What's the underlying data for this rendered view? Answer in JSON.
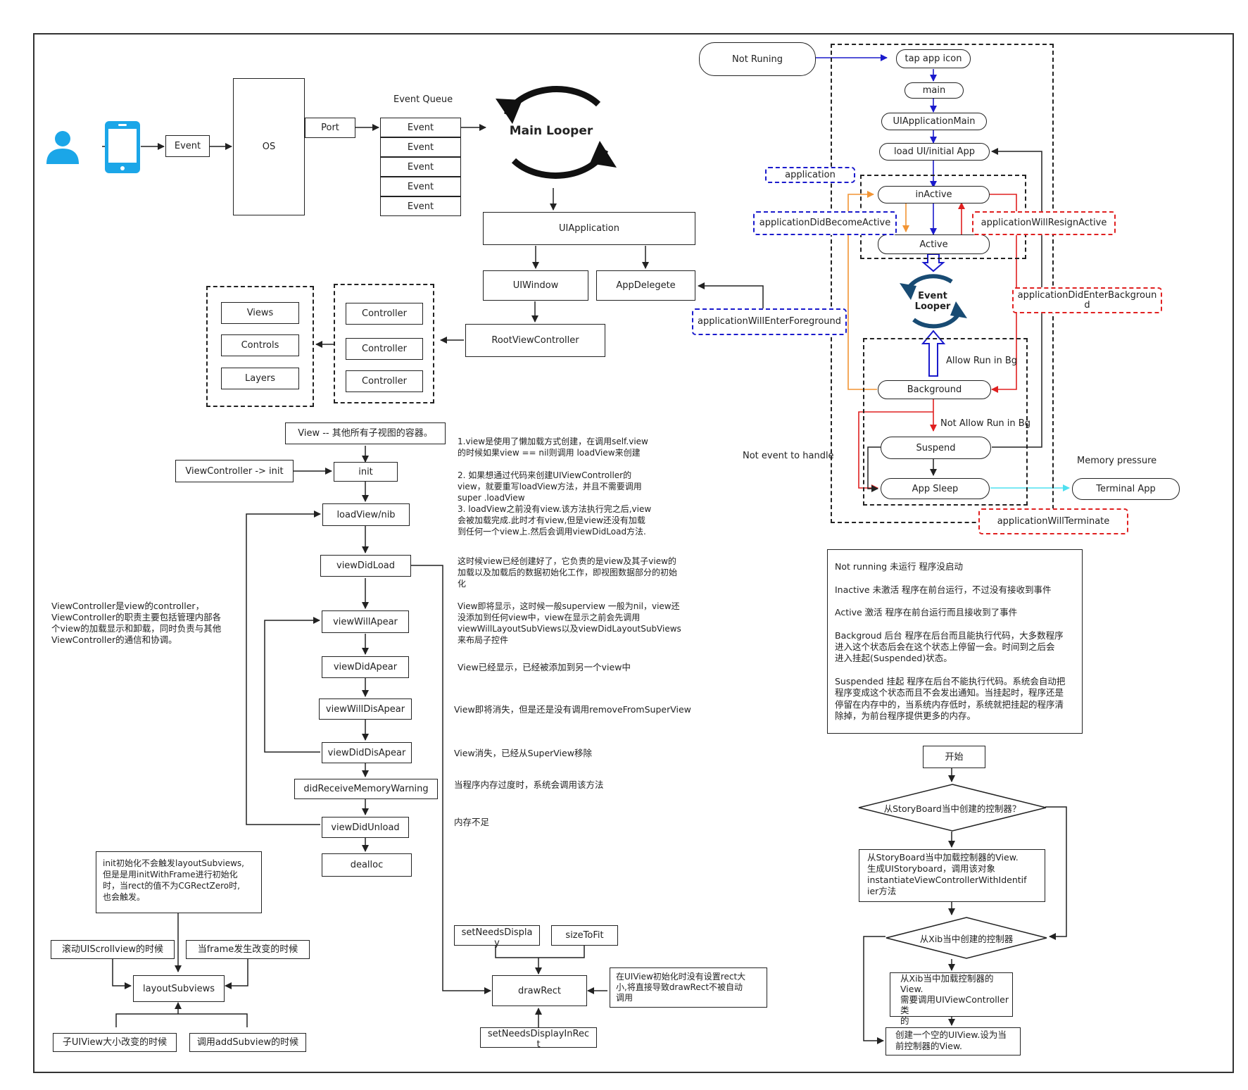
{
  "colors": {
    "ink": "#222222",
    "blue": "#1a1acc",
    "orange": "#f29433",
    "red": "#e02020",
    "cyan": "#4ee0f0",
    "icon_blue": "#1ba6e8",
    "looper_blue": "#184b73"
  },
  "icons": {
    "user": "user-icon",
    "phone": "phone-icon",
    "main_looper": "circular-arrows-icon",
    "event_looper": "circular-arrows-icon"
  },
  "top": {
    "event": "Event",
    "os": "OS",
    "port": "Port",
    "event_queue": "Event Queue",
    "queue": [
      "Event",
      "Event",
      "Event",
      "Event",
      "Event"
    ],
    "main_looper": "Main Looper",
    "uiapplication": "UIApplication",
    "uiwindow": "UIWindow",
    "appdelegate": "AppDelegete",
    "rootviewcontroller": "RootViewController",
    "controllers": [
      "Controller",
      "Controller",
      "Controller"
    ],
    "views": [
      "Views",
      "Controls",
      "Layers"
    ]
  },
  "lifecycle": {
    "view_desc": "View -- 其他所有子视图的容器。",
    "vc_init": "ViewController -> init",
    "steps": [
      "init",
      "loadView/nib",
      "viewDidLoad",
      "viewWillApear",
      "viewDidApear",
      "viewWillDisApear",
      "viewDidDisApear",
      "didReceiveMemoryWarning",
      "viewDidUnload",
      "dealloc"
    ],
    "notes": [
      "1.view是使用了懒加载方式创建，在调用self.view\n的时候如果view == nil则调用 loadView来创建\n\n2. 如果想通过代码来创建UIViewController的\nview，就要重写loadView方法，并且不需要调用\nsuper .loadView\n3. loadView之前没有view.该方法执行完之后,view\n会被加载完成.此时才有view,但是view还没有加载\n到任何一个view上.然后会调用viewDidLoad方法.",
      "这时候view已经创建好了，它负责的是view及其子view的\n加载以及加载后的数据初始化工作，即视图数据部分的初始\n化\n\nView即将显示，这时候一般superview 一般为nil，view还\n没添加到任何view中，view在显示之前会先调用\nviewWillLayoutSubViews以及viewDidLayoutSubViews\n来布局子控件",
      "View已经显示，已经被添加到另一个view中",
      "View即将消失，但是还是没有调用removeFromSuperView",
      "View消失，已经从SuperView移除",
      "当程序内存过度时，系统会调用该方法",
      "内存不足"
    ],
    "vc_desc": "ViewController是view的controller，\nViewController的职责主要包括管理内部各\n个view的加载显示和卸载，同时负责与其他\nViewController的通信和协调。"
  },
  "layout": {
    "note": "init初始化不会触发layoutSubviews,\n但是是用initWithFrame进行初始化\n时，当rect的值不为CGRectZero时,\n也会触发。",
    "scroll": "滚动UIScrollview的时候",
    "frame_change": "当frame发生改变的时候",
    "layoutsubviews": "layoutSubviews",
    "subview_size": "子UIView大小改变的时候",
    "add_subview": "调用addSubview的时候"
  },
  "draw": {
    "setneedsdisplay": "setNeedsDispla\ny",
    "sizetofit": "sizeToFit",
    "drawrect": "drawRect",
    "setneedsdisplayinrect": "setNeedsDisplayInRec\nt",
    "note": "在UIView初始化时没有设置rect大\n小,将直接导致drawRect不被自动\n调用"
  },
  "states": {
    "not_running": "Not Runing",
    "tap": "tap app icon",
    "main": "main",
    "uiapplicationmain": "UIApplicationMain",
    "load_ui": "load UI/initial App",
    "application": "application",
    "inactive": "inActive",
    "active": "Active",
    "did_become_active": "applicationDidBecomeActive",
    "will_resign_active": "applicationWillResignActive",
    "did_enter_background": "applicationDidEnterBackgroun\nd",
    "will_enter_foreground": "applicationWillEnterForeground",
    "event_looper": "Event\nLooper",
    "allow_run": "Allow Run in Bg",
    "background": "Background",
    "not_allow_run": "Not Allow Run in Bg",
    "suspend": "Suspend",
    "app_sleep": "App Sleep",
    "not_event": "Not event to handle",
    "memory_pressure": "Memory pressure",
    "terminal": "Terminal App",
    "will_terminate": "applicationWillTerminate",
    "legend": "Not running 未运行 程序没启动\n\nInactive 未激活 程序在前台运行，不过没有接收到事件\n\nActive 激活 程序在前台运行而且接收到了事件\n\nBackgroud 后台 程序在后台而且能执行代码，大多数程序\n进入这个状态后会在这个状态上停留一会。时间到之后会\n进入挂起(Suspended)状态。\n\nSuspended 挂起 程序在后台不能执行代码。系统会自动把\n程序变成这个状态而且不会发出通知。当挂起时，程序还是\n停留在内存中的，当系统内存低时，系统就把挂起的程序清\n除掉，为前台程序提供更多的内存。"
  },
  "flow": {
    "start": "开始",
    "q1": "从StoryBoard当中创建的控制器？",
    "s1": "从StoryBoard当中加载控制器的View.\n生成UIStoryboard，调用该对象\ninstantiateViewControllerWithIdentif\nier方法",
    "q2": "从Xib当中创建的控制器",
    "s2": "从Xib当中加载控制器的View.\n需要调用UIViewController类\n的initWithNibName:bundle:\n方法",
    "s3": "创建一个空的UIView.设为当\n前控制器的View."
  }
}
